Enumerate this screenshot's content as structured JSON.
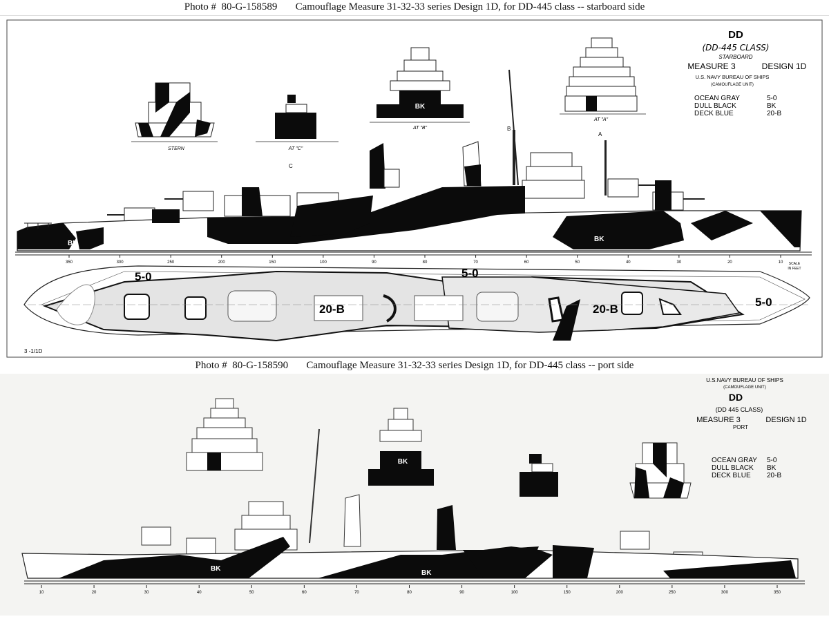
{
  "captions": {
    "top": "Photo #  80-G-158589       Camouflage Measure 31-32-33 series Design 1D, for DD-445 class -- starboard side",
    "bottom": "Photo #  80-G-158590       Camouflage Measure 31-32-33 series Design 1D, for DD-445 class -- port side"
  },
  "starboard": {
    "title_block": {
      "type": "DD",
      "class": "(DD-445 CLASS)",
      "side": "STARBOARD",
      "measure": "MEASURE 3",
      "design": "DESIGN 1D",
      "agency": "U.S. NAVY    BUREAU OF SHIPS",
      "unit": "(CAMOUFLAGE UNIT)"
    },
    "legend": [
      {
        "name": "OCEAN  GRAY",
        "code": "5-0"
      },
      {
        "name": "DULL  BLACK",
        "code": "BK"
      },
      {
        "name": "DECK  BLUE",
        "code": "20-B"
      }
    ],
    "section_views": [
      "STERN",
      "AT \"C\"",
      "AT \"B\"",
      "AT \"A\""
    ],
    "section_letters": [
      "C",
      "B",
      "A"
    ],
    "hull_labels": [
      "BK",
      "BK",
      "BK"
    ],
    "scale_ticks": [
      "350",
      "300",
      "250",
      "200",
      "150",
      "100",
      "90",
      "80",
      "70",
      "60",
      "50",
      "40",
      "30",
      "20",
      "10"
    ],
    "scale_note": "SCALE\nIN FEET",
    "plan_labels": [
      "5-0",
      "5-0",
      "5-0",
      "20-B",
      "20-B"
    ],
    "sheet_no": "3 -1/1D"
  },
  "port": {
    "title_block": {
      "agency": "U.S.NAVY    BUREAU OF SHIPS",
      "unit": "(CAMOUFLAGE UNIT)",
      "type": "DD",
      "class": "(DD 445  CLASS)",
      "measure": "MEASURE 3",
      "design": "DESIGN 1D",
      "side": "PORT"
    },
    "legend": [
      {
        "name": "OCEAN  GRAY",
        "code": "5-0"
      },
      {
        "name": "DULL  BLACK",
        "code": "BK"
      },
      {
        "name": "DECK  BLUE",
        "code": "20-B"
      }
    ],
    "section_labels": [
      "BK"
    ],
    "hull_labels": [
      "BK",
      "BK"
    ],
    "scale_ticks": [
      "10",
      "20",
      "30",
      "40",
      "50",
      "60",
      "70",
      "80",
      "90",
      "100",
      "150",
      "200",
      "250",
      "300",
      "350"
    ]
  },
  "colors": {
    "dull_black": "#0b0b0b",
    "ocean_gray_5_0": "#ffffff",
    "deck_blue_20_b": "#e4e4e4",
    "paper": "#ffffff",
    "line": "#222222"
  }
}
